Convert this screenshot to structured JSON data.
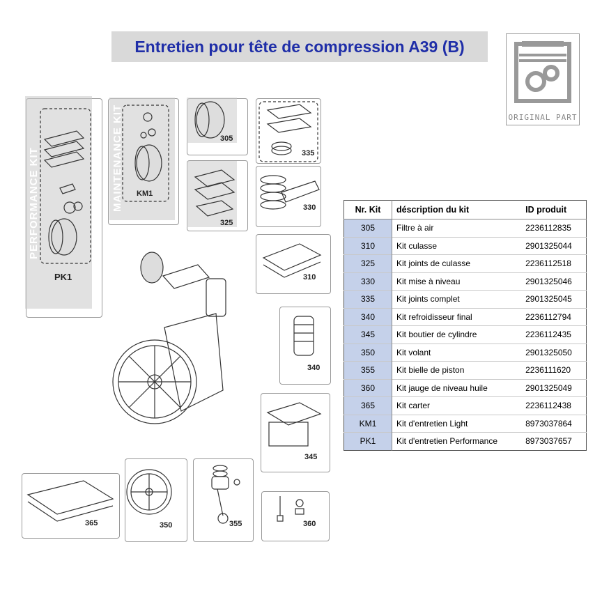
{
  "header": {
    "title": "Entretien pour tête de compression A39 (B)"
  },
  "logo": {
    "label": "ORIGINAL PART"
  },
  "kits": {
    "performance": {
      "vertical_label": "PERFORMANCE KIT",
      "code": "PK1"
    },
    "maintenance": {
      "vertical_label": "MAINTENANCE KIT",
      "code": "KM1"
    }
  },
  "part_labels": {
    "p305": "305",
    "p335": "335",
    "p330": "330",
    "p325": "325",
    "p310": "310",
    "p340": "340",
    "p345": "345",
    "p365": "365",
    "p350": "350",
    "p355": "355",
    "p360": "360"
  },
  "table": {
    "headers": [
      "Nr. Kit",
      "déscription du kit",
      "ID produit"
    ],
    "rows": [
      [
        "305",
        "Filtre à air",
        "2236112835"
      ],
      [
        "310",
        "Kit culasse",
        "2901325044"
      ],
      [
        "325",
        "Kit joints de culasse",
        "2236112518"
      ],
      [
        "330",
        "Kit mise à niveau",
        "2901325046"
      ],
      [
        "335",
        "Kit joints complet",
        "2901325045"
      ],
      [
        "340",
        "Kit refroidisseur final",
        "2236112794"
      ],
      [
        "345",
        "Kit boutier de cylindre",
        "2236112435"
      ],
      [
        "350",
        "Kit volant",
        "2901325050"
      ],
      [
        "355",
        "Kit bielle de piston",
        "2236111620"
      ],
      [
        "360",
        "Kit jauge de niveau huile",
        "2901325049"
      ],
      [
        "365",
        "Kit carter",
        "2236112438"
      ],
      [
        "KM1",
        "Kit d'entretien Light",
        "8973037864"
      ],
      [
        "PK1",
        "Kit d'entretien Performance",
        "8973037657"
      ]
    ]
  },
  "colors": {
    "title": "#1f2ea8",
    "title_bg": "#d9d9d9",
    "nr_col": "#c5d1ea",
    "kit_band": "#c8c8c8"
  }
}
